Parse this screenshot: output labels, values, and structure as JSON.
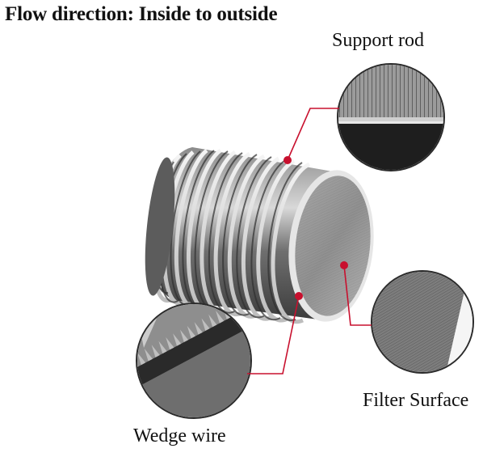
{
  "title": "Flow direction: Inside to outside",
  "callouts": {
    "support_rod": "Support rod",
    "filter_surface": "Filter Surface",
    "wedge_wire": "Wedge wire"
  },
  "colors": {
    "leader_line": "#c8102e",
    "steel_dark": "#4a4a4a",
    "steel_light": "#d9d9d9"
  }
}
